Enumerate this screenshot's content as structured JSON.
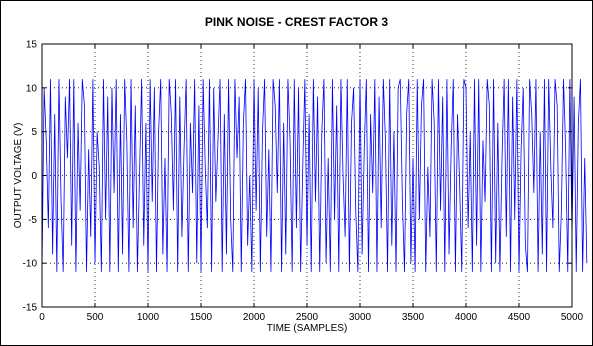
{
  "chart_data": {
    "type": "line",
    "title": "PINK NOISE - CREST FACTOR 3",
    "xlabel": "TIME (SAMPLES)",
    "ylabel": "OUTPUT VOLTAGE (V)",
    "xlim": [
      0,
      5000
    ],
    "ylim": [
      -15,
      15
    ],
    "xticks": [
      0,
      500,
      1000,
      1500,
      2000,
      2500,
      3000,
      3500,
      4000,
      4500,
      5000
    ],
    "yticks": [
      -15,
      -10,
      -5,
      0,
      5,
      10,
      15
    ],
    "grid": true,
    "colors": {
      "series": "#0000ff",
      "frame": "#000000"
    },
    "series": [
      {
        "x_start": 0,
        "x_step": 20,
        "values": [
          -11,
          10,
          4,
          -6,
          11,
          -9,
          7,
          -11,
          11,
          -3,
          -11,
          9,
          2,
          11,
          -8,
          11,
          -11,
          6,
          -4,
          11,
          8,
          -11,
          3,
          -7,
          11,
          -10,
          5,
          1,
          -11,
          11,
          -5,
          9,
          -11,
          10,
          -2,
          11,
          -11,
          7,
          -9,
          11,
          4,
          -11,
          11,
          -6,
          8,
          -11,
          0,
          11,
          -8,
          6,
          -11,
          11,
          -3,
          10,
          -11,
          5,
          11,
          -9,
          2,
          -11,
          11,
          7,
          -4,
          11,
          -11,
          9,
          -7,
          3,
          11,
          -11,
          6,
          -2,
          11,
          -10,
          8,
          -11,
          11,
          1,
          -6,
          11,
          -11,
          10,
          -3,
          4,
          11,
          -11,
          7,
          -9,
          11,
          -5,
          -11,
          11,
          2,
          9,
          -11,
          6,
          11,
          -8,
          0,
          -11,
          11,
          -4,
          10,
          -11,
          5,
          11,
          -7,
          3,
          -11,
          11,
          8,
          -2,
          11,
          -11,
          6,
          -9,
          11,
          4,
          -11,
          11,
          -6,
          10,
          -11,
          1,
          11,
          -8,
          7,
          -11,
          11,
          -3,
          9,
          -11,
          5,
          11,
          -10,
          2,
          -11,
          11,
          -5,
          8,
          -11,
          11,
          0,
          -7,
          11,
          -11,
          6,
          10,
          -4,
          -11,
          11,
          -9,
          3,
          11,
          -11,
          7,
          -2,
          11,
          -11,
          9,
          -6,
          11,
          4,
          -11,
          11,
          -8,
          5,
          -11,
          10,
          11,
          -3,
          -11,
          7,
          11,
          -10,
          2,
          -11,
          11,
          -5,
          8,
          11,
          -11,
          1,
          -7,
          11,
          6,
          -11,
          11,
          -4,
          9,
          -11,
          11,
          -9,
          3,
          11,
          -11,
          7,
          -1,
          -11,
          11,
          10,
          -6,
          5,
          -11,
          11,
          -8,
          11,
          -11,
          4,
          -3,
          11,
          8,
          -11,
          11,
          -10,
          6,
          -11,
          2,
          11,
          -7,
          11,
          -11,
          9,
          -5,
          11,
          -11,
          3,
          10,
          -8,
          -11,
          11,
          7,
          -2,
          11,
          -11,
          5,
          -9,
          11,
          -11,
          11,
          1,
          -6,
          11,
          8,
          -11,
          -4,
          11,
          3,
          -11,
          11,
          -7,
          9,
          -11,
          6,
          11,
          -11,
          2,
          -10
        ]
      }
    ]
  }
}
